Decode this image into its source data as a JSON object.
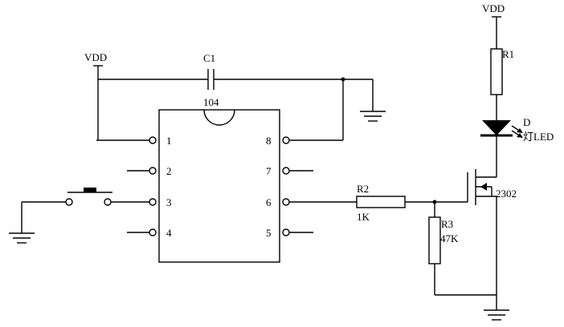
{
  "power": {
    "vdd_left": "VDD",
    "vdd_right": "VDD"
  },
  "components": {
    "c1": {
      "ref": "C1",
      "value": "104"
    },
    "r1": {
      "ref": "R1"
    },
    "r2": {
      "ref": "R2",
      "value": "1K"
    },
    "r3": {
      "ref": "R3",
      "value": "47K"
    },
    "led": {
      "ref": "D",
      "value": "灯LED"
    },
    "mosfet": {
      "value": "2302"
    }
  },
  "ic": {
    "pins": [
      "1",
      "2",
      "3",
      "4",
      "5",
      "6",
      "7",
      "8"
    ]
  },
  "colors": {
    "line": "#000000",
    "background": "#ffffff"
  }
}
